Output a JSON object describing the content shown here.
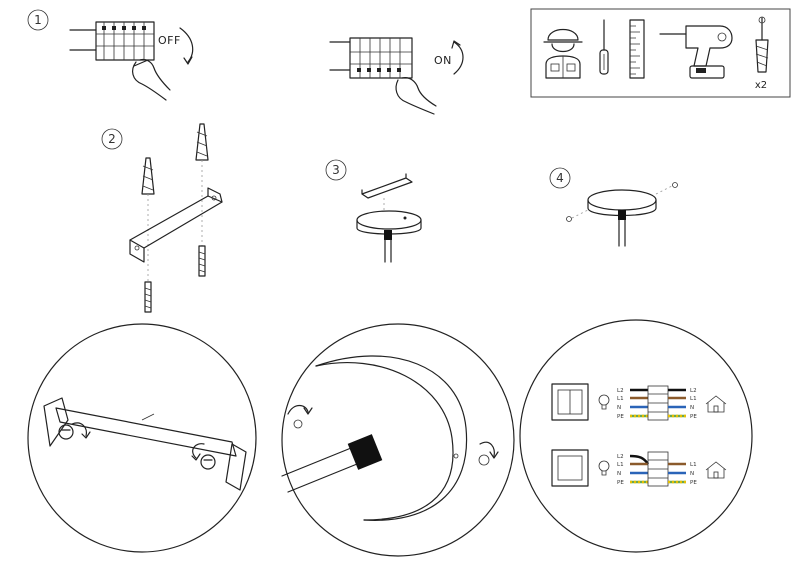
{
  "steps": {
    "s1": "1",
    "s2": "2",
    "s3": "3",
    "s4": "4"
  },
  "labels": {
    "off": "OFF",
    "on": "ON",
    "quantity": "x2"
  },
  "tools": [
    "worker-icon",
    "screwdriver-icon",
    "ruler-icon",
    "drill-icon",
    "wall-plug-icon"
  ],
  "wiring": {
    "double_switch": {
      "left": [
        "L2",
        "L1",
        "N",
        "PE"
      ],
      "right": [
        "L2",
        "L1",
        "N",
        "PE"
      ]
    },
    "single_switch": {
      "left": [
        "L2",
        "L1",
        "N",
        "PE"
      ],
      "right": [
        "L1",
        "N",
        "PE"
      ]
    }
  },
  "colors": {
    "black_wire": "#111111",
    "brown_wire": "#8b5a2b",
    "neutral_wire": "#2a64b8",
    "earth_wire_green": "#6aa84f",
    "earth_wire_yellow": "#e8c000"
  }
}
